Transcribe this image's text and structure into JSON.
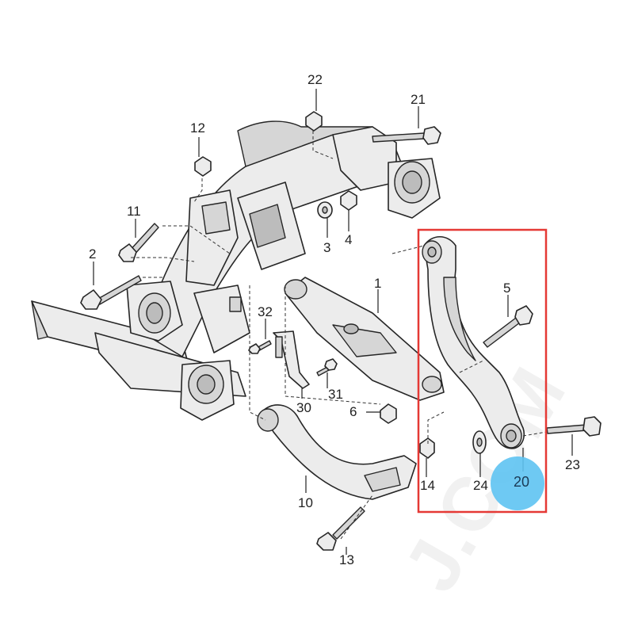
{
  "diagram": {
    "watermark": "J.COM",
    "callouts": [
      {
        "id": "1",
        "label": "1"
      },
      {
        "id": "2",
        "label": "2"
      },
      {
        "id": "3",
        "label": "3"
      },
      {
        "id": "4",
        "label": "4"
      },
      {
        "id": "5",
        "label": "5"
      },
      {
        "id": "6",
        "label": "6"
      },
      {
        "id": "10",
        "label": "10"
      },
      {
        "id": "11",
        "label": "11"
      },
      {
        "id": "12",
        "label": "12"
      },
      {
        "id": "13",
        "label": "13"
      },
      {
        "id": "14",
        "label": "14"
      },
      {
        "id": "20",
        "label": "20"
      },
      {
        "id": "21",
        "label": "21"
      },
      {
        "id": "22",
        "label": "22"
      },
      {
        "id": "23",
        "label": "23"
      },
      {
        "id": "24",
        "label": "24"
      },
      {
        "id": "30",
        "label": "30"
      },
      {
        "id": "31",
        "label": "31"
      },
      {
        "id": "32",
        "label": "32"
      }
    ],
    "highlight": {
      "part": "20",
      "box_color": "#e53935",
      "circle_color": "#5ec3f2"
    }
  }
}
